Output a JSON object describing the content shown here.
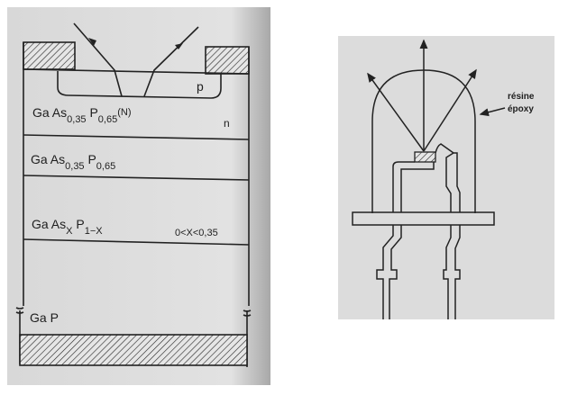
{
  "left_figure": {
    "layers": [
      {
        "base": "Ga As",
        "sub1": "0,35",
        "mid": " P",
        "sub2": "0,65",
        "suffix": "(N)"
      },
      {
        "base": "Ga As",
        "sub1": "0,35",
        "mid": " P",
        "sub2": "0,65",
        "suffix": ""
      },
      {
        "base": "Ga As",
        "sub1": "X",
        "mid": " P",
        "sub2": "1−X",
        "suffix": ""
      },
      {
        "base": "Ga P",
        "sub1": "",
        "mid": "",
        "sub2": "",
        "suffix": ""
      }
    ],
    "p_label": "p",
    "n_label": "n",
    "range_label": "0<X<0,35"
  },
  "right_figure": {
    "resin_label_1": "résine",
    "resin_label_2": "époxy"
  }
}
